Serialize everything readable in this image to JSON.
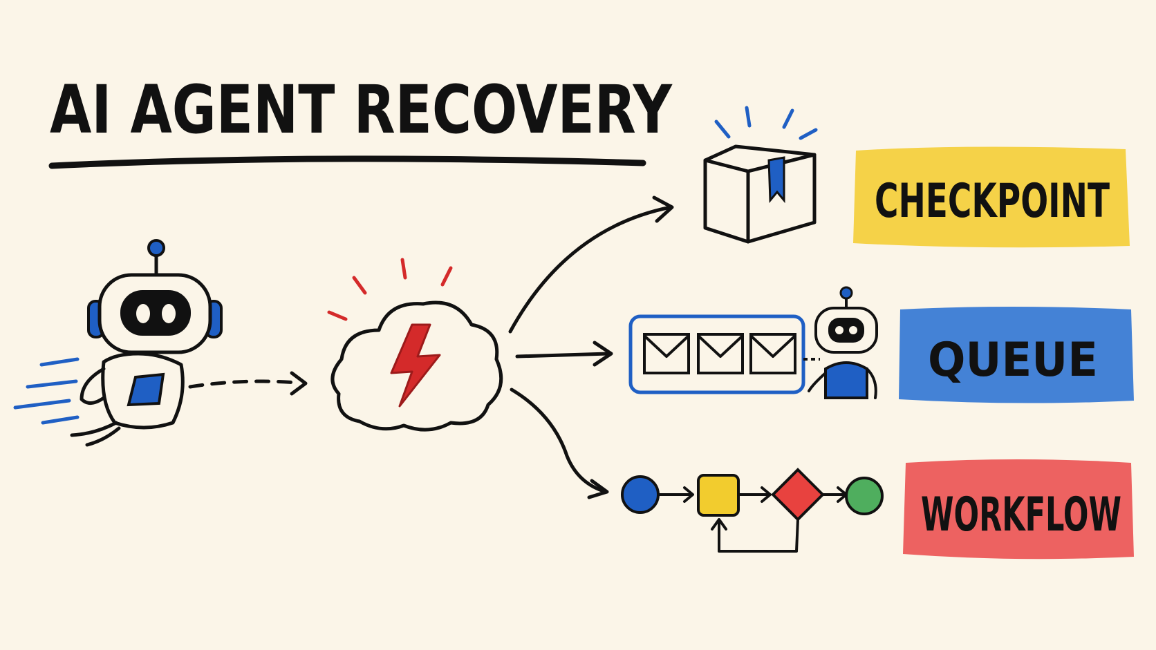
{
  "title": "AI AGENT RECOVERY",
  "outcomes": {
    "checkpoint": {
      "label": "CHECKPOINT",
      "color": "#f4d03f"
    },
    "queue": {
      "label": "QUEUE",
      "color": "#3a7bd5"
    },
    "workflow": {
      "label": "WORKFLOW",
      "color": "#ec5a5a"
    }
  },
  "colors": {
    "ink": "#111111",
    "blue": "#1f5fc4",
    "red": "#d42a2a",
    "yellow": "#f2cc2e",
    "green": "#4fae5e",
    "background": "#fbf5e8"
  },
  "icons": [
    "robot-icon",
    "storm-cloud-icon",
    "lightning-icon",
    "box-icon",
    "envelope-icon",
    "workflow-icon"
  ]
}
